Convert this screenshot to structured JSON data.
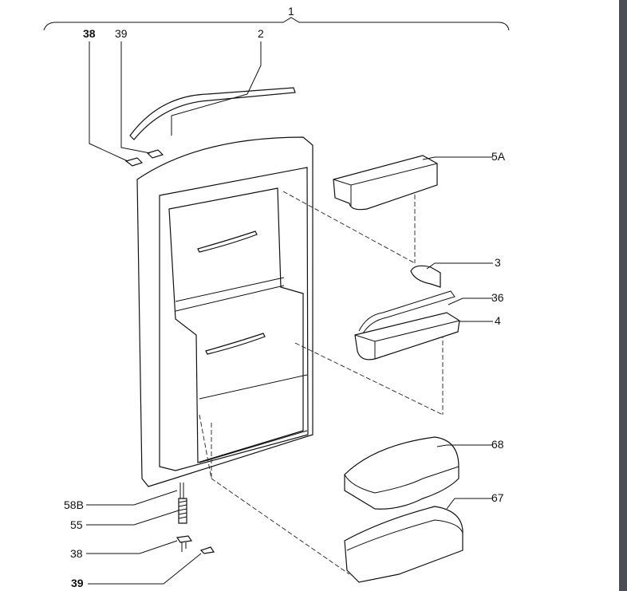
{
  "labels": {
    "assembly": "1",
    "top_left_38": "38",
    "top_left_39": "39",
    "top_trim": "2",
    "upper_shelf": "5A",
    "clip": "3",
    "bottle_retainer": "36",
    "middle_shelf": "4",
    "lid": "68",
    "dairy_box": "67",
    "pin": "58B",
    "spring": "55",
    "bottom_38": "38",
    "bottom_39": "39"
  },
  "colors": {
    "line": "#111111",
    "edge_bar": "#4b4f53"
  }
}
